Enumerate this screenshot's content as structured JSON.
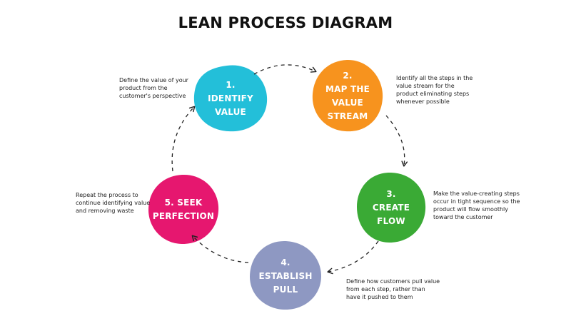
{
  "title": "LEAN PROCESS DIAGRAM",
  "colors": {
    "step1": "#23bfd9",
    "step2": "#f7931e",
    "step3": "#3aaa35",
    "step4": "#8e98c2",
    "step5": "#e6176f",
    "arrow": "#222222"
  },
  "steps": [
    {
      "id": "identify-value",
      "lines": [
        "1.",
        "IDENTIFY",
        "VALUE"
      ],
      "description": [
        "Define the value of your",
        "product from the",
        "customer's perspective"
      ]
    },
    {
      "id": "map-value-stream",
      "lines": [
        "2.",
        "MAP THE",
        "VALUE",
        "STREAM"
      ],
      "description": [
        "Identify all the steps in the",
        "value stream for the",
        "product eliminating steps",
        "whenever possible"
      ]
    },
    {
      "id": "create-flow",
      "lines": [
        "3.",
        "CREATE",
        "FLOW"
      ],
      "description": [
        "Make the value-creating steps",
        "occur in tight sequence so the",
        "product will flow smoothly",
        "toward the customer"
      ]
    },
    {
      "id": "establish-pull",
      "lines": [
        "4.",
        "ESTABLISH",
        "PULL"
      ],
      "description": [
        "Define how customers pull value",
        "from each step, rather than",
        "have it pushed to them"
      ]
    },
    {
      "id": "seek-perfection",
      "lines": [
        "5. SEEK",
        "PERFECTION"
      ],
      "description": [
        "Repeat the process to",
        "continue identifying value",
        "and removing waste"
      ]
    }
  ]
}
